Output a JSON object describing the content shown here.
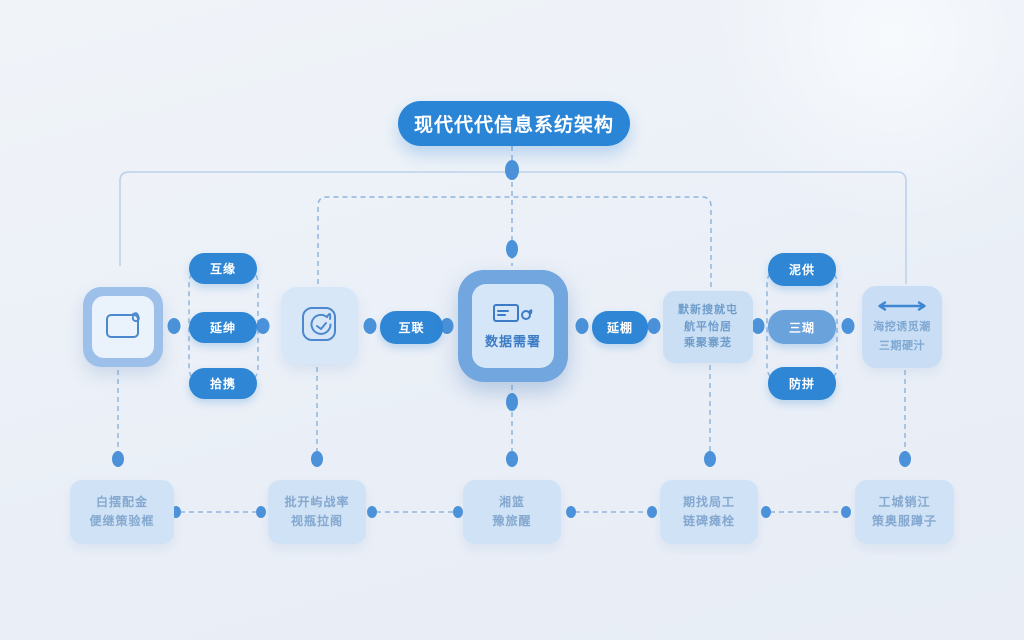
{
  "title": "现代代代信息系纺架构",
  "colors": {
    "accent_blue": "#2e86d5",
    "light_pill_blue": "#6aa2dc",
    "node_fill_light": "#cbdff4",
    "center_outer": "#71a6de",
    "dot_blue": "#4b92da",
    "dash_line": "#8fb6de",
    "background": "#edf1f8"
  },
  "icons": {
    "left_node": "wallet-icon",
    "process_node": "sync-icon",
    "center_node": "card-pulse-icon",
    "right_node": "double-arrow-icon"
  },
  "mid_row": {
    "left_pills": [
      {
        "label": "互缘"
      },
      {
        "label": "延绅"
      },
      {
        "label": "拾携"
      }
    ],
    "pill_a": "互联",
    "center_label": "数据需署",
    "pill_b": "延棚",
    "info_box_lines": [
      "默新搜就屯",
      "航平怡居",
      "乘聚寨茏"
    ],
    "right_pills": [
      {
        "label": "泥供"
      },
      {
        "label": "三瑚"
      },
      {
        "label": "防拼"
      }
    ],
    "right_box_lines": [
      "海挖诱觅潮",
      "三期硬汁"
    ]
  },
  "bottom_row": [
    {
      "line1": "白摆配金",
      "line2": "便继策验框"
    },
    {
      "line1": "批开屿战率",
      "line2": "视瓶拉阁"
    },
    {
      "line1": "湘篮",
      "line2": "豫旅醒"
    },
    {
      "line1": "期找局工",
      "line2": "链碑瘫栓"
    },
    {
      "line1": "工城销江",
      "line2": "策奥服蹲子"
    }
  ]
}
